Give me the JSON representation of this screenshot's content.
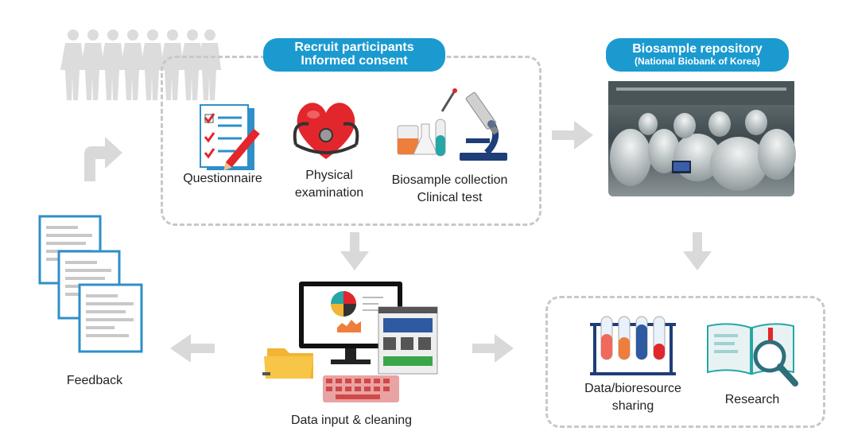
{
  "steps": {
    "recruit": {
      "line1": "Recruit participants",
      "line2": "Informed consent"
    },
    "questionnaire": "Questionnaire",
    "physical": {
      "line1": "Physical",
      "line2": "examination"
    },
    "biosample": {
      "line1": "Biosample collection",
      "line2": "Clinical test"
    },
    "repository": {
      "line1": "Biosample repository",
      "line2": "(National Biobank of Korea)"
    },
    "data_input": "Data input & cleaning",
    "feedback": "Feedback",
    "sharing": {
      "line1": "Data/bioresource",
      "line2": "sharing"
    },
    "research": "Research"
  },
  "colors": {
    "accent": "#1b9ad0",
    "arrow": "#d9d9d9",
    "dashed_border": "#c8c8c8",
    "document": "#2f8fc9",
    "heart": "#e2262b",
    "silhouette": "#dcdcdc"
  },
  "icons": [
    "people-silhouettes-icon",
    "turn-arrow-icon",
    "questionnaire-icon",
    "heart-stethoscope-icon",
    "lab-flask-icon",
    "microscope-icon",
    "biobank-photo",
    "computer-monitor-icon",
    "folder-icon",
    "keyboard-icon",
    "documents-icon",
    "test-tubes-icon",
    "magnifier-book-icon"
  ]
}
